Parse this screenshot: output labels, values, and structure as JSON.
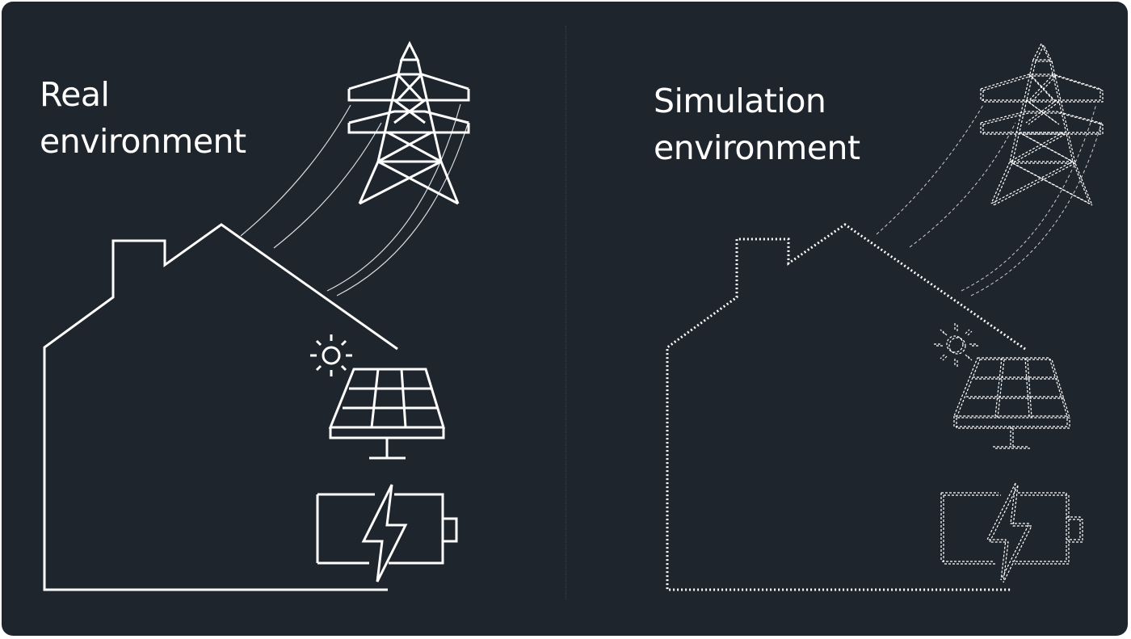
{
  "panels": {
    "real": {
      "title_line1": "Real",
      "title_line2": "environment"
    },
    "simulation": {
      "title_line1": "Simulation",
      "title_line2": "environment"
    }
  },
  "icons": [
    "house-icon",
    "power-pylon-icon",
    "power-line-icon",
    "sun-icon",
    "solar-panel-icon",
    "battery-icon",
    "lightning-bolt-icon"
  ],
  "colors": {
    "background": "#1f252c",
    "line": "#ffffff",
    "frame": "#ffffff"
  }
}
